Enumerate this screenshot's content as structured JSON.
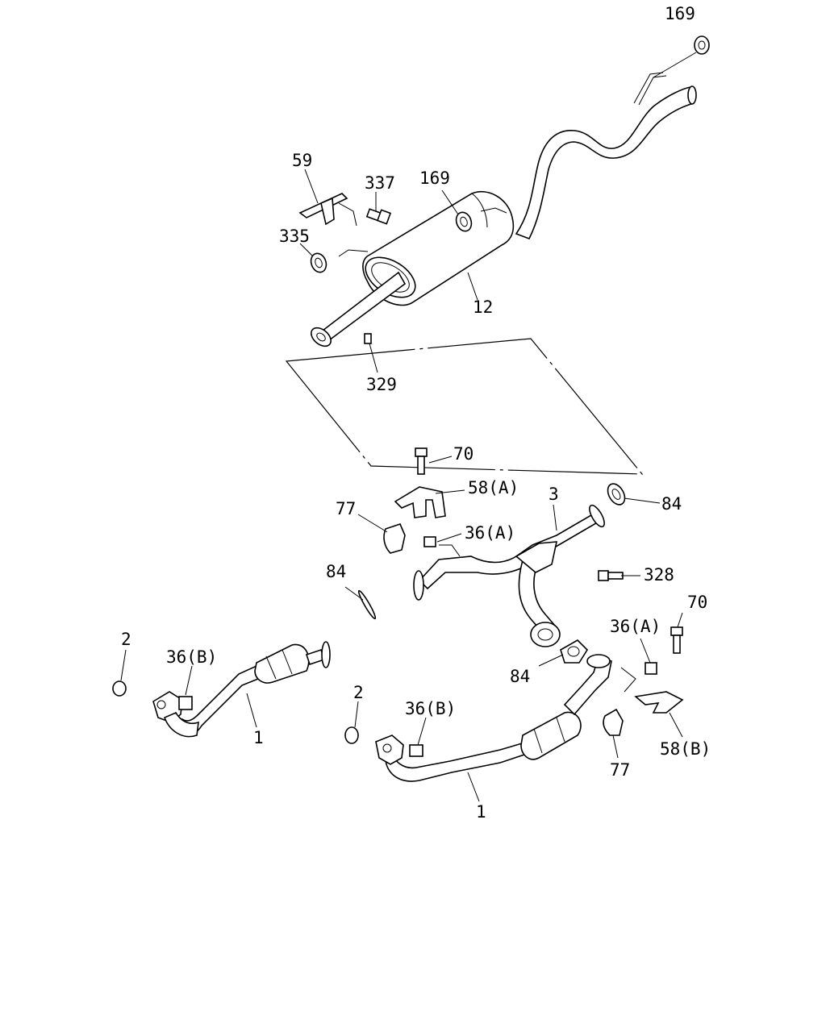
{
  "labels": {
    "l169_top": "169",
    "l59": "59",
    "l337": "337",
    "l169_mid": "169",
    "l335": "335",
    "l12": "12",
    "l329": "329",
    "l70_top": "70",
    "l58a": "58(A)",
    "l3": "3",
    "l84_right": "84",
    "l77_top": "77",
    "l36a_top": "36(A)",
    "l328": "328",
    "l84_mid": "84",
    "l70_right": "70",
    "l36a_right": "36(A)",
    "l2_left": "2",
    "l36b_left": "36(B)",
    "l84_low": "84",
    "l1_left": "1",
    "l2_mid": "2",
    "l36b_mid": "36(B)",
    "l58b": "58(B)",
    "l77_low": "77",
    "l1_mid": "1"
  }
}
